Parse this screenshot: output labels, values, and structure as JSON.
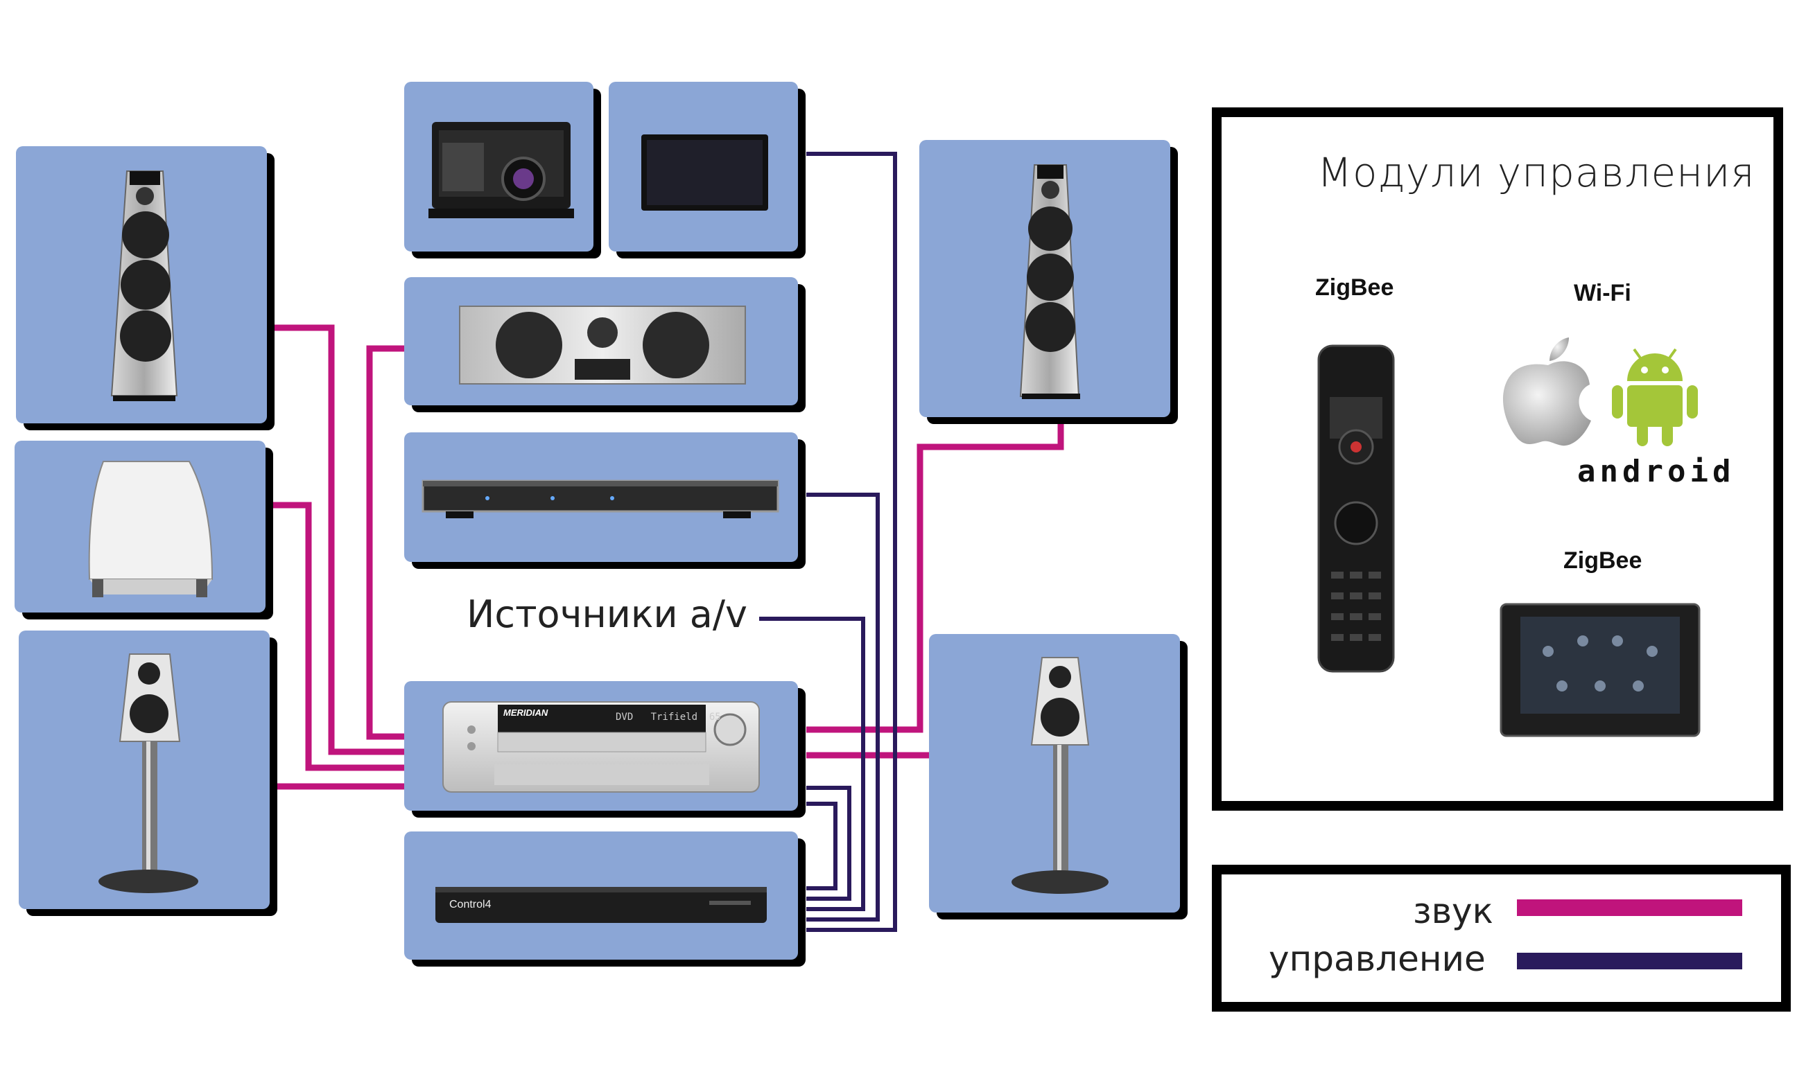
{
  "colors": {
    "panel": "#8ba6d6",
    "sound": "#c0147c",
    "control": "#2a1a5c",
    "border": "#000000"
  },
  "devices": [
    {
      "name": "floor-speaker-left",
      "icon": "tower-speaker-icon"
    },
    {
      "name": "subwoofer",
      "icon": "subwoofer-icon"
    },
    {
      "name": "bookshelf-speaker-left",
      "icon": "stand-speaker-icon"
    },
    {
      "name": "projector",
      "icon": "projector-icon"
    },
    {
      "name": "tv-screen",
      "icon": "tv-icon"
    },
    {
      "name": "center-speaker",
      "icon": "center-speaker-icon"
    },
    {
      "name": "rack-unit",
      "icon": "rack-unit-icon"
    },
    {
      "name": "av-processor",
      "icon": "av-processor-icon"
    },
    {
      "name": "control4-controller",
      "icon": "controller-box-icon"
    },
    {
      "name": "floor-speaker-right",
      "icon": "tower-speaker-icon"
    },
    {
      "name": "bookshelf-speaker-right",
      "icon": "stand-speaker-icon"
    }
  ],
  "sources_label": "Источники a/v",
  "device_labels": {
    "av_brand": "MERIDIAN",
    "av_display": "DVD   Trifield  65",
    "controller_brand": "Control4"
  },
  "control_modules": {
    "title": "Модули управления",
    "zigbee_remote_label": "ZigBee",
    "wifi_label": "Wi-Fi",
    "android_word": "android",
    "zigbee_panel_label": "ZigBee",
    "icons": [
      "remote-control-icon",
      "apple-logo-icon",
      "android-robot-icon",
      "touch-panel-icon"
    ]
  },
  "legend": {
    "sound_label": "звук",
    "control_label": "управление"
  }
}
